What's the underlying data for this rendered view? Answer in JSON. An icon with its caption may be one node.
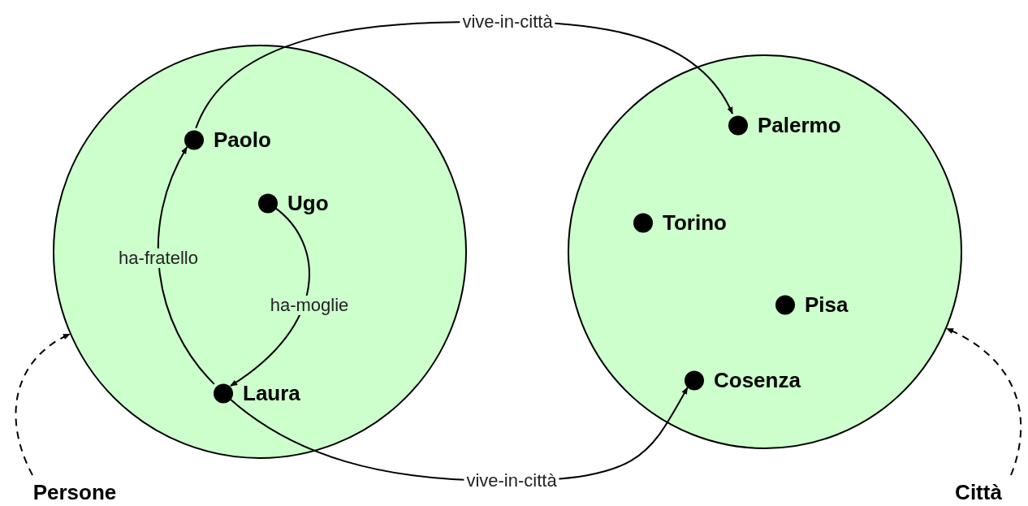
{
  "diagram": {
    "nodes": [
      {
        "text": [],
        "shape": "circle"
      },
      {
        "text": [
          "Paolo"
        ],
        "in": 0
      },
      {
        "text": [
          "Ugo"
        ],
        "in": 0
      },
      {
        "text": [
          "Laura"
        ],
        "in": 0
      },
      {
        "text": [],
        "shape": "circle"
      },
      {
        "text": [
          "Palermo"
        ],
        "in": 4
      },
      {
        "text": [
          "Torino"
        ],
        "in": 4
      },
      {
        "text": [
          "Pisa"
        ],
        "in": 4
      },
      {
        "text": [
          "Cosenza"
        ],
        "in": 4
      },
      {
        "text": [
          "Persone"
        ]
      },
      {
        "text": [
          "Città"
        ]
      }
    ],
    "edges": [
      {
        "from": 3,
        "to": 1,
        "arrow": "to",
        "label": "ha-fratello"
      },
      {
        "from": 2,
        "to": 3,
        "arrow": "to",
        "label": "ha-moglie"
      },
      {
        "from": 1,
        "to": 5,
        "arrow": "to",
        "label": "vive-in-città"
      },
      {
        "from": 3,
        "to": 8,
        "arrow": "to",
        "label": "vive-in-città"
      },
      {
        "from": 9,
        "to": 0,
        "arrow": "to",
        "style": "dashed"
      },
      {
        "from": 10,
        "to": 4,
        "arrow": "to",
        "style": "dashed"
      }
    ]
  }
}
